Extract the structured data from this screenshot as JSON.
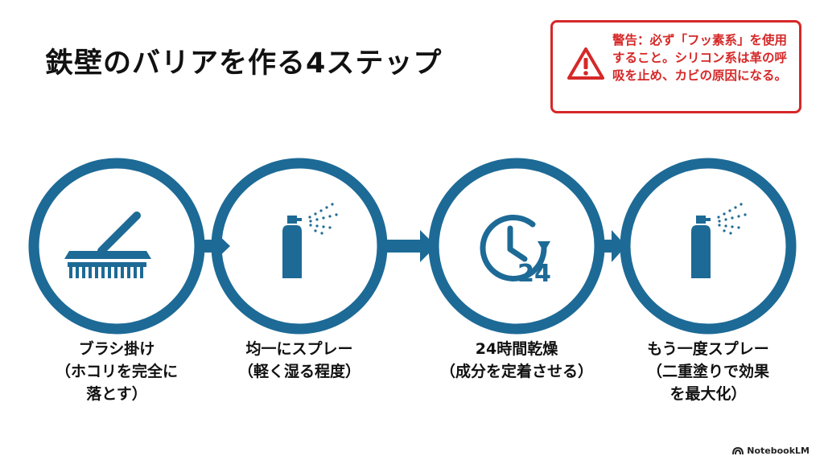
{
  "title": "鉄壁のバリアを作る4ステップ",
  "warning": {
    "text": "警告：必ず「フッ素系」を使用すること。シリコン系は革の呼吸を止め、カビの原因になる。",
    "icon": "warning-triangle-icon",
    "color": "#d62828"
  },
  "steps": [
    {
      "icon": "brush-icon",
      "label": "ブラシ掛け\n（ホコリを完全に\n落とす）"
    },
    {
      "icon": "spray-can-icon",
      "label": "均一にスプレー\n（軽く湿る程度）"
    },
    {
      "icon": "clock-24h-icon",
      "label": "24時間乾燥\n（成分を定着させる）",
      "clock_text": "24"
    },
    {
      "icon": "spray-can-icon",
      "label": "もう一度スプレー\n（二重塗りで効果\nを最大化）"
    }
  ],
  "accent_color": "#1d6a96",
  "footer": {
    "text": "NotebookLM",
    "icon": "notebooklm-logo-icon"
  }
}
